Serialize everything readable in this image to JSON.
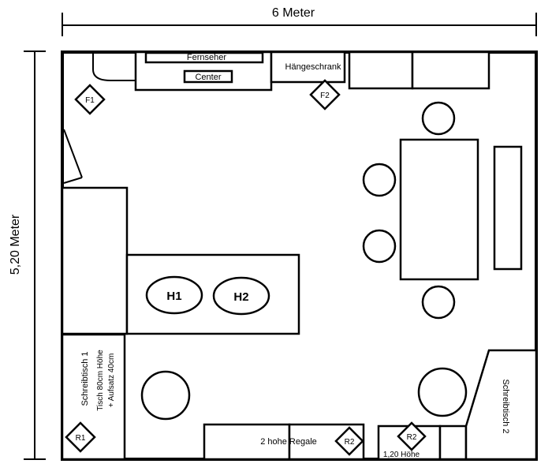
{
  "dimensions": {
    "width_label": "6 Meter",
    "height_label": "5,20 Meter"
  },
  "furniture": {
    "tv": "Fernseher",
    "center": "Center",
    "wall_cabinet": "Hängeschrank",
    "desk1_title": "Schreibtisch 1",
    "desk1_note_line1": "Tisch 80cm Höhe",
    "desk1_note_line2": "+ Aufsatz 40cm",
    "desk2": "Schreibtisch 2",
    "shelves": "2 hohe Regale",
    "shelf_height": "1,20 Höhe"
  },
  "markers": {
    "f1": "F1",
    "f2": "F2",
    "r1": "R1",
    "r2a": "R2",
    "r2b": "R2",
    "h1": "H1",
    "h2": "H2"
  }
}
